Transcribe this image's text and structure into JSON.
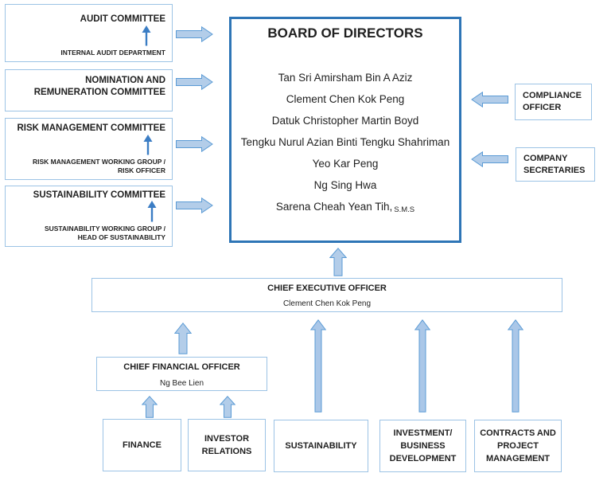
{
  "boxes": {
    "audit": {
      "title": "AUDIT COMMITTEE",
      "sub": "INTERNAL AUDIT DEPARTMENT"
    },
    "nomination": {
      "line1": "NOMINATION AND",
      "line2": "REMUNERATION COMMITTEE"
    },
    "risk": {
      "title": "RISK MANAGEMENT COMMITTEE",
      "sub1": "RISK MANAGEMENT WORKING GROUP /",
      "sub2": "RISK OFFICER"
    },
    "sustainability_committee": {
      "title": "SUSTAINABILITY COMMITTEE",
      "sub1": "SUSTAINABILITY WORKING GROUP /",
      "sub2": "HEAD OF SUSTAINABILITY"
    },
    "board": {
      "title": "BOARD OF DIRECTORS",
      "members": [
        "Tan Sri Amirsham Bin A Aziz",
        "Clement Chen Kok Peng",
        "Datuk Christopher Martin Boyd",
        "Tengku Nurul Azian Binti Tengku Shahriman",
        "Yeo Kar Peng",
        "Ng Sing Hwa"
      ],
      "last_member": {
        "name": "Sarena Cheah Yean Tih,",
        "suffix": "S.M.S"
      }
    },
    "compliance": {
      "line1": "COMPLIANCE",
      "line2": "OFFICER"
    },
    "company_secretaries": {
      "line1": "COMPANY",
      "line2": "SECRETARIES"
    },
    "ceo": {
      "title": "CHIEF EXECUTIVE OFFICER",
      "name": "Clement Chen Kok Peng"
    },
    "cfo": {
      "title": "CHIEF FINANCIAL OFFICER",
      "name": "Ng Bee Lien"
    },
    "finance": {
      "title": "FINANCE"
    },
    "investor_relations": {
      "line1": "INVESTOR",
      "line2": "RELATIONS"
    },
    "sustainability_dept": {
      "title": "SUSTAINABILITY"
    },
    "investment": {
      "line1": "INVESTMENT/",
      "line2": "BUSINESS",
      "line3": "DEVELOPMENT"
    },
    "contracts": {
      "line1": "CONTRACTS AND",
      "line2": "PROJECT",
      "line3": "MANAGEMENT"
    }
  },
  "colors": {
    "box_border": "#9cc3e5",
    "board_border": "#2e75b6",
    "arrow_fill": "#b3cde9",
    "arrow_stroke": "#5b9bd5",
    "thin_arrow": "#3b7dc4",
    "text": "#1f1f1f"
  },
  "icons": {
    "block_arrow_right": "right-arrow-icon",
    "block_arrow_left": "left-arrow-icon",
    "block_arrow_up": "up-arrow-icon",
    "thin_arrow_up": "thin-up-arrow-icon"
  }
}
